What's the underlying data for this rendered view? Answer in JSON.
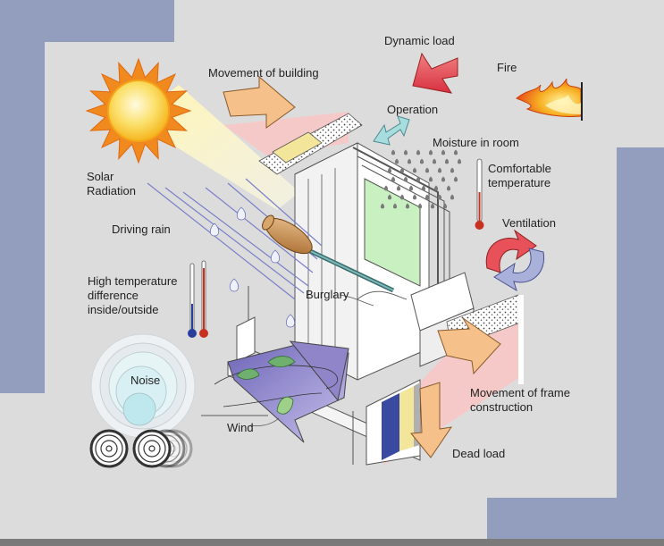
{
  "labels": {
    "dynamic_load": "Dynamic load",
    "fire": "Fire",
    "movement_of_building": "Movement of building",
    "operation": "Operation",
    "moisture_in_room": "Moisture in room",
    "comfortable_temperature": "Comfortable\ntemperature",
    "solar_radiation": "Solar\nRadiation",
    "driving_rain": "Driving rain",
    "ventilation": "Ventilation",
    "high_temperature_difference": "High temperature\ndifference\ninside/outside",
    "burglary": "Burglary",
    "noise": "Noise",
    "movement_of_frame_construction": "Movement of frame\nconstruction",
    "wind": "Wind",
    "dead_load": "Dead load"
  },
  "colors": {
    "background": "#dcdcdc",
    "frame_band": "#939dbd",
    "arrow_orange": "#f5c08a",
    "arrow_red": "#e8505a",
    "arrow_cyan": "#a8dde0",
    "sun": "#f9c23c",
    "glass": "#c8f0c0",
    "wind_purple": "#8f85c8",
    "thermo_blue": "#2a3f9a",
    "thermo_red": "#c83020",
    "wall_pink": "#f6c9c9"
  }
}
